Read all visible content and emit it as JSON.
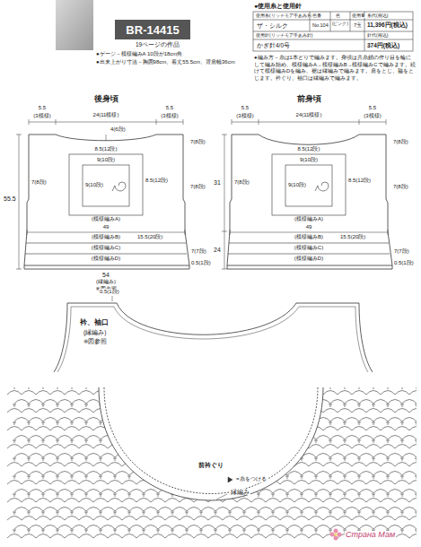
{
  "diagram": {
    "nodes": [
      {
        "text": [
          "BR-14415"
        ]
      }
    ],
    "labels": [
      "19ページの作品",
      "●ゲージ－模様編みA 10段が18cm角",
      "●出来上がり寸法－胸囲98cm、着丈55.5cm、背肩幅36cm",
      "●使用糸と使用針",
      "使用糸(リッチモア手あみ糸)",
      "色番",
      "色",
      "使用量",
      "糸代(税込)",
      "ザ・シルク",
      "No.104",
      "(ピンク)",
      "7玉",
      "11,396円(税込)",
      "使用針(リッチモア手あみ針)",
      "針代(税込)",
      "かぎ針4/0号",
      "374円(税込)",
      "●編み方－糸は1本どりで編みます。身頃は共糸鎖の作り目を輪にして編み始め、模様編みA→模様編みB→模様編みCで編みます。続けて模様編みDを編み、裾は縁編みで編みます。肩をとじ、脇をとじます。衿ぐり、袖口は縁編みで編みます。",
      "後身頃",
      "5.5",
      "24(11模様)",
      "5.5",
      "(3模様)",
      "(3模様)",
      "4(6段)",
      "7(8段)",
      "8.5(12段)",
      "9(10段)",
      "9(10段)",
      "8.5(12段)",
      "7(8段)",
      "7(8段)",
      "(模様編みA)",
      "49",
      "(模様編みB)",
      "15.5(20段)",
      "(模様編みC)",
      "(模様編みD)",
      "7(7段)",
      "0.5(1段)",
      "前身頃",
      "5.5",
      "24(11模様)",
      "5.5",
      "(3模様)",
      "(3模様)",
      "7(8段)",
      "8.5(12段)",
      "9(10段)",
      "9(10段)",
      "8.5(12段)",
      "7(8段)",
      "7(8段)",
      "(模様編みA)",
      "49",
      "(模様編みB)",
      "15.5(20段)",
      "(模様編みC)",
      "(模様編みD)",
      "7(7段)",
      "0.5(1段)",
      "55.5",
      "31",
      "24",
      "54",
      "(縁編み)",
      "※図参照",
      "0.5(1段)",
      "衿、袖口",
      "(縁編み)",
      "※図参照",
      "前衿ぐり",
      "=糸をつける",
      "縁編み",
      "Страна Мам"
    ]
  }
}
